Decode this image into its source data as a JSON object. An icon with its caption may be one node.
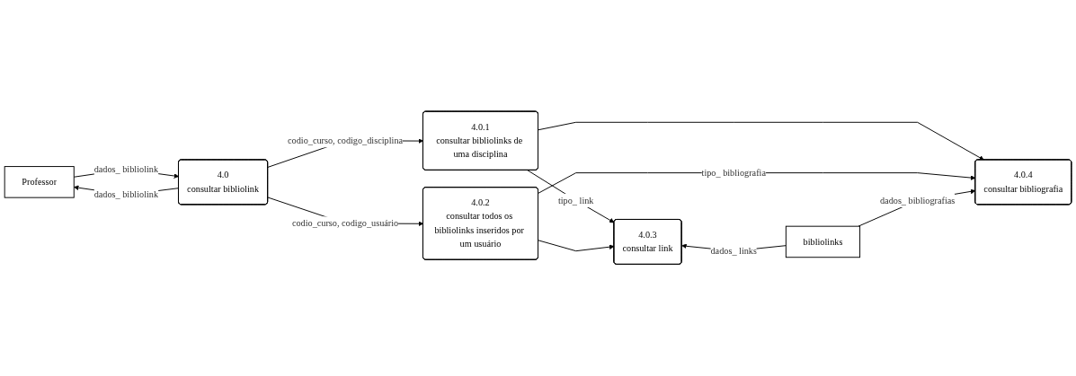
{
  "diagram": {
    "nodes": [
      {
        "text": [
          "Professor"
        ]
      },
      {
        "text": [
          "4.0",
          "consultar bibliolink"
        ]
      },
      {
        "text": [
          "4.0.1",
          "consultar bibliolinks de uma disciplina"
        ]
      },
      {
        "text": [
          "4.0.2",
          "consultar todos os bibliolinks inseridos por um usuário"
        ]
      },
      {
        "text": [
          "4.0.3",
          "consultar link"
        ]
      },
      {
        "text": [
          "4.0.4",
          "consultar bibliografia"
        ]
      },
      {
        "text": [
          "bibliolinks"
        ]
      }
    ],
    "edges": [
      {
        "from": 0,
        "to": 1,
        "arrow": "to",
        "label": "dados_ bibliolink"
      },
      {
        "from": 1,
        "to": 0,
        "arrow": "to",
        "label": "dados_ bibliolink"
      },
      {
        "from": 1,
        "to": 2,
        "arrow": "to",
        "label": "codio_curso, codigo_disciplina"
      },
      {
        "from": 1,
        "to": 3,
        "arrow": "to",
        "label": "codio_curso, codigo_usuário"
      },
      {
        "from": 2,
        "to": 4,
        "arrow": "to",
        "label": "tipo_ link"
      },
      {
        "from": 2,
        "to": 5,
        "arrow": "to"
      },
      {
        "from": 3,
        "to": 4,
        "arrow": "to"
      },
      {
        "from": 3,
        "to": 5,
        "arrow": "to",
        "label": "tipo_ bibliografia"
      },
      {
        "from": 6,
        "to": 4,
        "arrow": "to",
        "label": "dados_ links"
      },
      {
        "from": 6,
        "to": 5,
        "arrow": "to",
        "label": "dados_ bibliografias"
      }
    ]
  }
}
